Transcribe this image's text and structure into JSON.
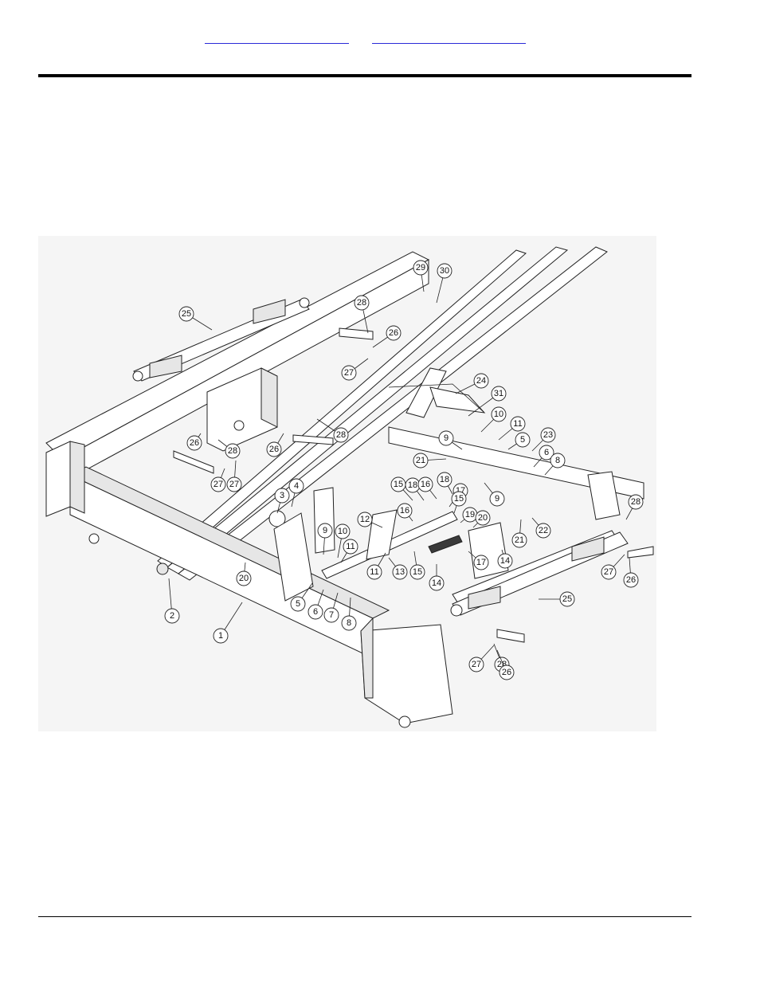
{
  "header": {
    "links": [
      {
        "label": ""
      },
      {
        "label": ""
      }
    ]
  },
  "figure": {
    "callouts": [
      "1",
      "2",
      "3",
      "4",
      "5",
      "6",
      "7",
      "8",
      "9",
      "10",
      "11",
      "12",
      "13",
      "14",
      "15",
      "16",
      "17",
      "18",
      "19",
      "20",
      "21",
      "22",
      "23",
      "24",
      "25",
      "26",
      "27",
      "28",
      "29",
      "30",
      "31"
    ],
    "colors": {
      "line": "#222222",
      "link": "#2a2ad8",
      "rule": "#000000"
    }
  }
}
